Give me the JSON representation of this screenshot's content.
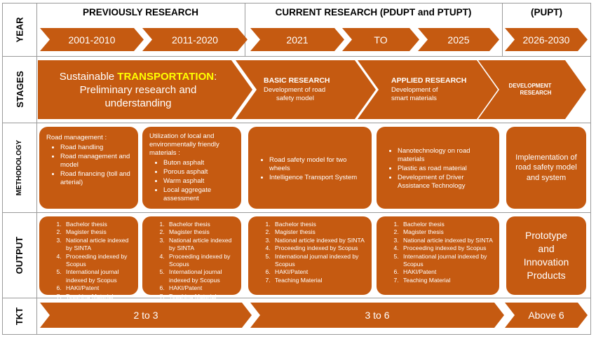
{
  "headers": {
    "previous": "PREVIOUSLY RESEARCH",
    "current": "CURRENT RESEARCH (PDUPT and PTUPT)",
    "pupt": "(PUPT)"
  },
  "row_labels": {
    "year": "YEAR",
    "stages": "STAGES",
    "methodology": "METHODOLOGY",
    "output": "OUTPUT",
    "tkt": "TKT"
  },
  "years": [
    "2001-2010",
    "2011-2020",
    "2021",
    "TO",
    "2025",
    "2026-2030"
  ],
  "stages": {
    "preliminary": {
      "line1_prefix": "Sustainable ",
      "line1_highlight": "TRANSPORTATION",
      "line1_suffix": ":",
      "line2": "Preliminary research and",
      "line3": "understanding"
    },
    "basic": {
      "title": "BASIC RESEARCH",
      "line1": "Development of road",
      "line2": "safety model"
    },
    "applied": {
      "title": "APPLIED RESEARCH",
      "line1": "Development of",
      "line2": "smart materials"
    },
    "development": {
      "line1": "DEVELOPMENT",
      "line2": "RESEARCH"
    }
  },
  "methodology": {
    "box1": {
      "title": "Road management :",
      "items": [
        "Road handling",
        "Road management and model",
        "Road financing (toll and arterial)"
      ]
    },
    "box2": {
      "title": "Utilization of local and environmentally friendly materials :",
      "items": [
        "Buton asphalt",
        "Porous asphalt",
        "Warm asphalt",
        "Local aggregate assessment"
      ]
    },
    "box3": {
      "items": [
        "Road safety model for two wheels",
        "Intelligence Transport System"
      ]
    },
    "box4": {
      "items": [
        "Nanotechnology on road materials",
        "Plastic as road material",
        "Development of Driver Assistance Technology"
      ]
    },
    "box5": {
      "text": "Implementation of road safety model and system"
    }
  },
  "output": {
    "list_a": [
      "Bachelor thesis",
      "Magister thesis",
      "National article indexed by SINTA",
      "Proceeding indexed by Scopus",
      "International journal indexed by Scopus",
      "HAKI/Patent",
      "Teaching Material"
    ],
    "list_b": [
      "Bachelor thesis",
      "Magister thesis",
      "National article indexed by SINTA",
      "Proceeding indexed by Scopus",
      "International journal indexed by Scopus",
      "HAKI/Patent",
      "Teaching Material"
    ],
    "pupt": {
      "line1": "Prototype",
      "line2": "and",
      "line3": "Innovation",
      "line4": "Products"
    }
  },
  "tkt": [
    "2 to 3",
    "3 to 6",
    "Above 6"
  ],
  "colors": {
    "primary": "#c55a11",
    "highlight": "#ffff00",
    "text_on_primary": "#ffffff"
  }
}
